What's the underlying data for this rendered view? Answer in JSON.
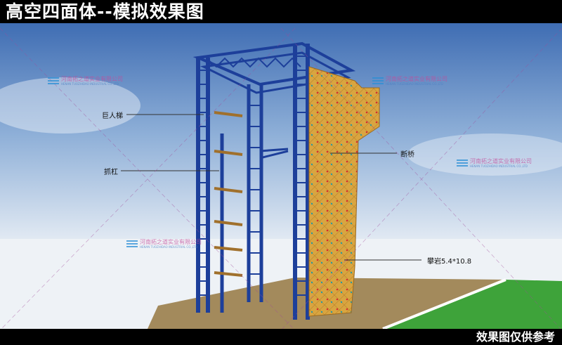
{
  "header": {
    "title": "高空四面体--模拟效果图"
  },
  "footer": {
    "disclaimer": "效果图仅供参考"
  },
  "labels": {
    "giant_ladder": "巨人梯",
    "grab_bar": "抓杠",
    "broken_bridge": "断桥",
    "climbing_wall": "攀岩5.4*10.8"
  },
  "watermark": {
    "name_cn": "河南拓之道实业有限公司",
    "name_en": "HENAN TUOZHIDAO INDUSTRIAL CO.,LTD"
  },
  "colors": {
    "frame": "#1d3f9a",
    "wall": "#d9a540",
    "grass": "#3ea33a",
    "floor": "#a38a5c"
  }
}
